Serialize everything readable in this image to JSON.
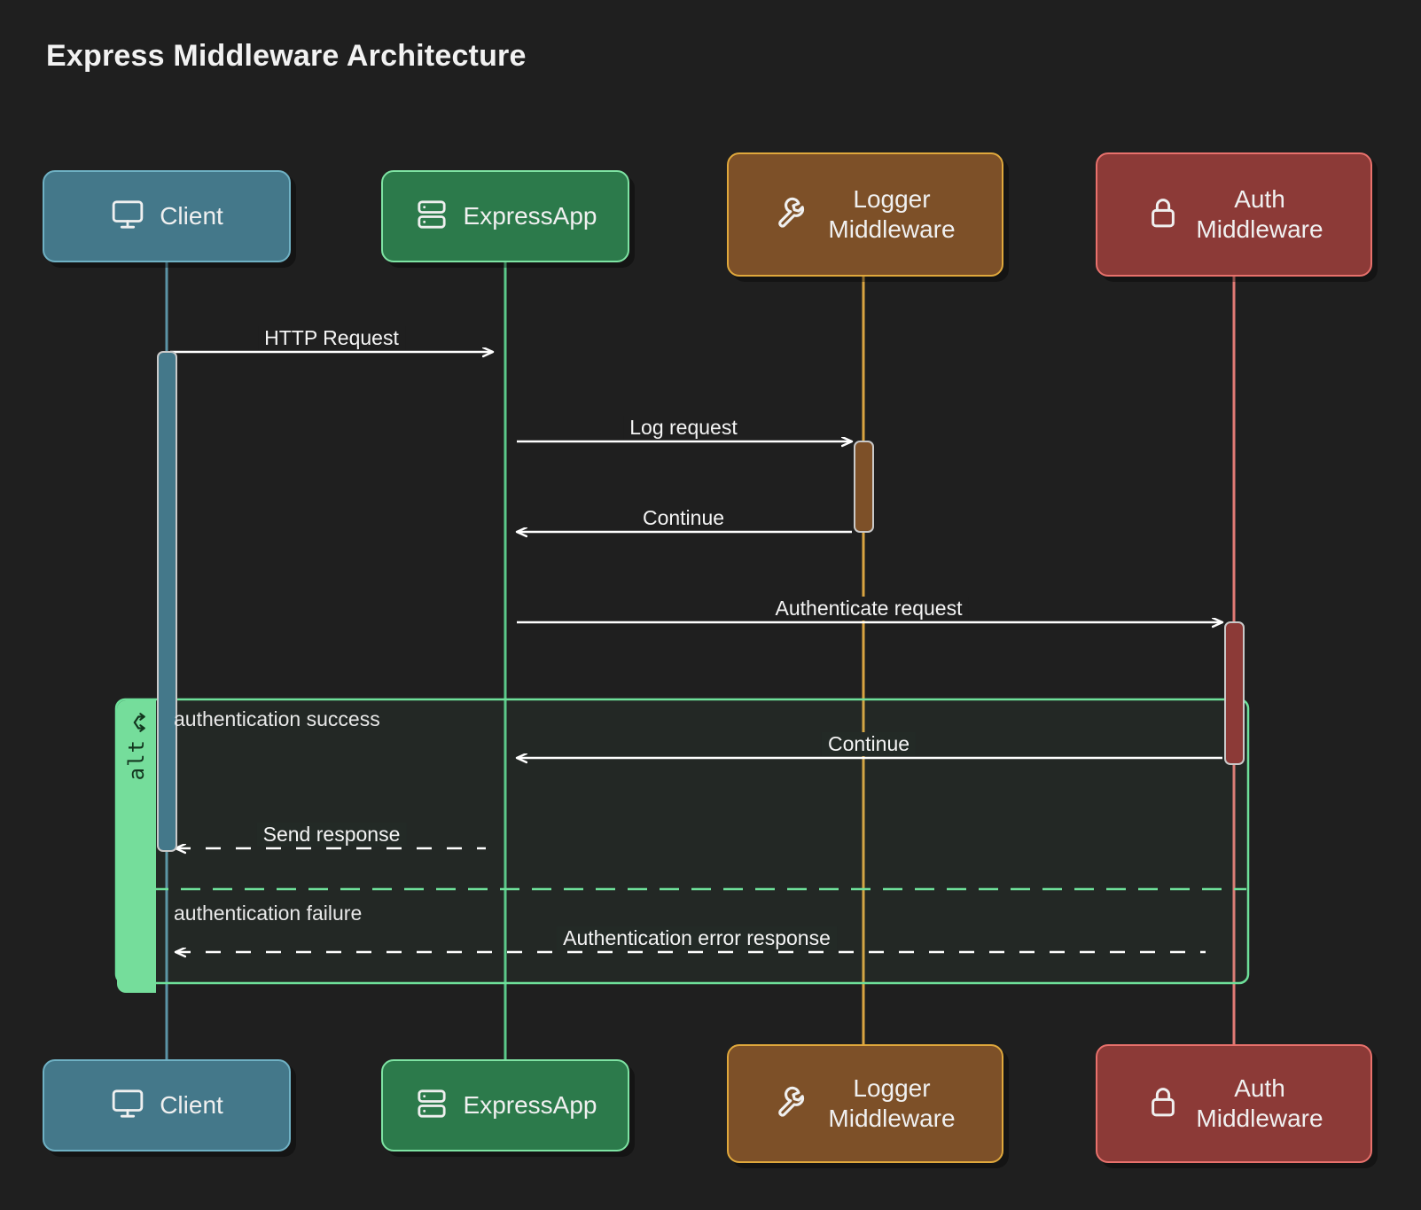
{
  "diagram": {
    "title": "Express Middleware Architecture",
    "type": "sequence-diagram",
    "background": "#1f1f1f",
    "participants": [
      {
        "id": "client",
        "label": "Client",
        "icon": "monitor-icon",
        "fill": "#44788a",
        "stroke": "#6fb1c4",
        "lifeline_color": "#5b93a6"
      },
      {
        "id": "expressapp",
        "label": "ExpressApp",
        "icon": "server-icon",
        "fill": "#2c7a4b",
        "stroke": "#7ee3a3",
        "lifeline_color": "#5bc98a"
      },
      {
        "id": "logger",
        "label": "Logger\nMiddleware",
        "icon": "wrench-icon",
        "fill": "#7d5028",
        "stroke": "#e0a83c",
        "lifeline_color": "#d9a441"
      },
      {
        "id": "auth",
        "label": "Auth\nMiddleware",
        "icon": "lock-icon",
        "fill": "#8c3a37",
        "stroke": "#e8716c",
        "lifeline_color": "#e07a75"
      }
    ],
    "messages": [
      {
        "id": "m1",
        "text": "HTTP Request",
        "from": "client",
        "to": "expressapp",
        "style": "solid",
        "direction": "right"
      },
      {
        "id": "m2",
        "text": "Log request",
        "from": "expressapp",
        "to": "logger",
        "style": "solid",
        "direction": "right"
      },
      {
        "id": "m3",
        "text": "Continue",
        "from": "logger",
        "to": "expressapp",
        "style": "solid",
        "direction": "left"
      },
      {
        "id": "m4",
        "text": "Authenticate request",
        "from": "expressapp",
        "to": "auth",
        "style": "solid",
        "direction": "right"
      },
      {
        "id": "m5",
        "text": "Continue",
        "from": "auth",
        "to": "expressapp",
        "style": "solid",
        "direction": "left"
      },
      {
        "id": "m6",
        "text": "Send response",
        "from": "expressapp",
        "to": "client",
        "style": "dashed",
        "direction": "left"
      },
      {
        "id": "m7",
        "text": "Authentication error response",
        "from": "auth",
        "to": "client",
        "style": "dashed",
        "direction": "left"
      }
    ],
    "fragment": {
      "keyword": "alt",
      "keyword_icon": "branch-icon",
      "branches": [
        {
          "id": "branch-success",
          "condition": "authentication success"
        },
        {
          "id": "branch-failure",
          "condition": "authentication failure"
        }
      ],
      "border_color": "#6ee09a",
      "tab_color": "#75dd9b"
    }
  }
}
